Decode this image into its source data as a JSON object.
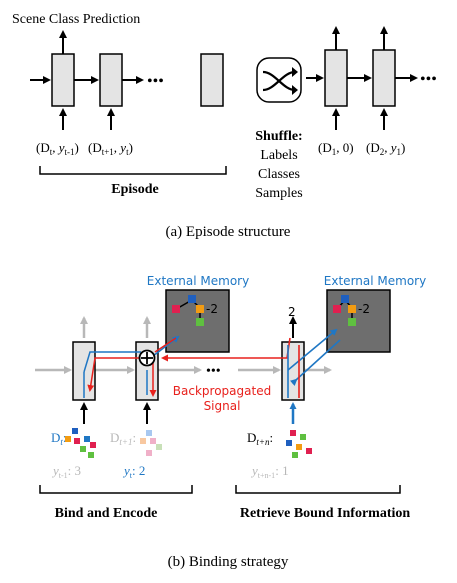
{
  "panel_a": {
    "title": "Scene Class Prediction",
    "ellipsis": "•••",
    "input_labels": [
      "(D",
      "t",
      ", y",
      "t-1",
      ")",
      "(D",
      "t+1",
      ", y",
      "t",
      ")"
    ],
    "input_label_1": "(D",
    "input_label_1_sub": "t",
    "input_label_1_mid": ", y",
    "input_label_1_sub2": "t-1",
    "input_label_1_end": ")",
    "input_label_2": "(D",
    "input_label_2_sub": "t+1",
    "input_label_2_mid": ", y",
    "input_label_2_sub2": "t",
    "input_label_2_end": ")",
    "episode_label": "Episode",
    "shuffle_title": "Shuffle:",
    "shuffle_items": [
      "Labels",
      "Classes",
      "Samples"
    ],
    "right_label_1": "(D",
    "right_label_1_sub": "1",
    "right_label_1_end": ", 0)",
    "right_label_2": "(D",
    "right_label_2_sub": "2",
    "right_label_2_mid": ", y",
    "right_label_2_sub2": "1",
    "right_label_2_end": ")",
    "caption": "(a) Episode structure"
  },
  "panel_b": {
    "memory_label_left": "External Memory",
    "memory_label_right": "External Memory",
    "memory_value_left": "-2",
    "memory_value_right": "-2",
    "output_value": "2",
    "backprop_line1": "Backpropagated",
    "backprop_line2": "Signal",
    "ellipsis": "•••",
    "d_t": "D",
    "d_t_sub": "t",
    "d_t1": "D",
    "d_t1_sub": "t+1",
    "d_tn": "D",
    "d_tn_sub": "t+n",
    "y_t_minus_1": "y",
    "y_t_minus_1_sub": "t-1",
    "y_t_minus_1_value": "3",
    "y_t": "y",
    "y_t_sub": "t",
    "y_t_value": "2",
    "y_tn1": "y",
    "y_tn1_sub": "t+n-1",
    "y_tn1_value": "1",
    "bind_label": "Bind and Encode",
    "retrieve_label": "Retrieve Bound Information",
    "caption": "(b) Binding strategy"
  },
  "colors": {
    "blue": "#1f77c4",
    "red": "#e8211d",
    "gray_box": "#e4e4e4",
    "memory_box": "#6e6e6e",
    "light_gray": "#b8b8b8"
  }
}
